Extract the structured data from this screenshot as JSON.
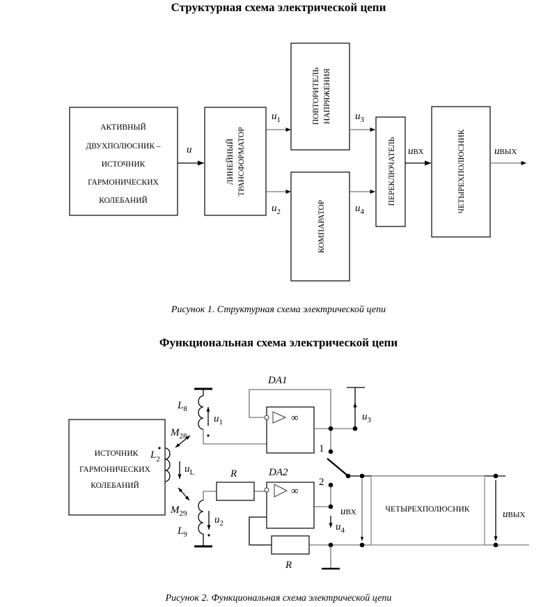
{
  "figure1": {
    "heading": "Структурная схема электрической цепи",
    "caption": "Рисунок 1. Структурная схема электрической цепи",
    "blocks": {
      "source": [
        "АКТИВНЫЙ",
        "ДВУХПОЛЮСНИК –",
        "ИСТОЧНИК",
        "ГАРМОНИЧЕСКИХ",
        "КОЛЕБАНИЙ"
      ],
      "transformer": [
        "ЛИНЕЙНЫЙ",
        "ТРАНСФОРМАТОР"
      ],
      "repeater": [
        "ПОВТОРИТЕЛЬ",
        "НАПРЯЖЕНИЯ"
      ],
      "comparator": "КОМПАРАТОР",
      "switch": "ПЕРЕКЛЮЧАТЕЛЬ",
      "quadripole": "ЧЕТЫРЕХПОЛЮСНИК"
    },
    "signals": {
      "u": "u",
      "u1": "u",
      "u1_sub": "1",
      "u2": "u",
      "u2_sub": "2",
      "u3": "u",
      "u3_sub": "3",
      "u4": "u",
      "u4_sub": "4",
      "uin": "u",
      "uin_sub": "ВХ",
      "uout": "u",
      "uout_sub": "ВЫХ"
    }
  },
  "figure2": {
    "heading": "Функциональная схема электрической цепи",
    "caption": "Рисунок 2. Функциональная схема электрической цепи",
    "source_block": [
      "ИСТОЧНИК",
      "ГАРМОНИЧЕСКИХ",
      "КОЛЕБАНИЙ"
    ],
    "quadripole": "ЧЕТЫРЕХПОЛЮСНИК",
    "components": {
      "L8": "L",
      "L8_sub": "8",
      "L9": "L",
      "L9_sub": "9",
      "L2": "L",
      "L2_sub": "2",
      "M28": "M",
      "M28_sub": "28",
      "M29": "M",
      "M29_sub": "29",
      "DA1": "DA1",
      "DA2": "DA2",
      "R_top": "R",
      "R_bottom": "R",
      "opamp_symbol": "∞",
      "switch_pos1": "1",
      "switch_pos2": "2"
    },
    "signals": {
      "u1": "u",
      "u1_sub": "1",
      "u2": "u",
      "u2_sub": "2",
      "u3": "u",
      "u3_sub": "3",
      "u4": "u",
      "u4_sub": "4",
      "uL": "u",
      "uL_sub": "L",
      "uin": "u",
      "uin_sub": "ВХ",
      "uout": "u",
      "uout_sub": "ВЫХ"
    }
  }
}
